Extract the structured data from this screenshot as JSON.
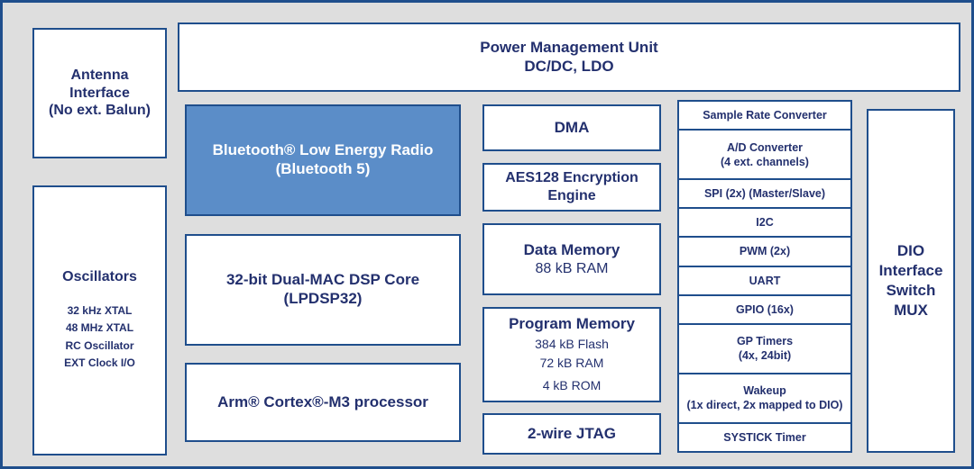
{
  "diagram": {
    "colors": {
      "background": "#dedede",
      "frame_border": "#1f4e8c",
      "block_border": "#1f4e8c",
      "block_fill": "#ffffff",
      "text": "#23306e",
      "highlight_fill": "#5b8dc8",
      "highlight_text": "#ffffff"
    },
    "left_column": {
      "antenna": {
        "line1": "Antenna",
        "line2": "Interface",
        "line3": "(No ext. Balun)"
      },
      "oscillators": {
        "title": "Oscillators",
        "items": [
          "32 kHz XTAL",
          "48 MHz XTAL",
          "RC Oscillator",
          "EXT Clock I/O"
        ]
      }
    },
    "top_bar": {
      "pmu": {
        "line1": "Power Management Unit",
        "line2": "DC/DC, LDO"
      }
    },
    "core_column": {
      "ble_radio": {
        "line1": "Bluetooth® Low Energy Radio",
        "line2": "(Bluetooth 5)"
      },
      "dsp_core": {
        "line1": "32-bit Dual-MAC DSP Core",
        "line2": "(LPDSP32)"
      },
      "cortex": {
        "line1": "Arm® Cortex®-M3 processor"
      }
    },
    "memory_column": {
      "dma": {
        "label": "DMA"
      },
      "aes": {
        "line1": "AES128 Encryption",
        "line2": "Engine"
      },
      "data_memory": {
        "title": "Data Memory",
        "line1": "88 kB RAM"
      },
      "program_memory": {
        "title": "Program Memory",
        "line1": "384 kB Flash",
        "line2": "72 kB RAM",
        "line3": "4 kB ROM"
      },
      "jtag": {
        "label": "2-wire JTAG"
      }
    },
    "peripherals": [
      {
        "line1": "Sample Rate Converter",
        "line2": ""
      },
      {
        "line1": "A/D Converter",
        "line2": "(4 ext. channels)"
      },
      {
        "line1": "SPI (2x) (Master/Slave)",
        "line2": ""
      },
      {
        "line1": "I2C",
        "line2": ""
      },
      {
        "line1": "PWM (2x)",
        "line2": ""
      },
      {
        "line1": "UART",
        "line2": ""
      },
      {
        "line1": "GPIO (16x)",
        "line2": ""
      },
      {
        "line1": "GP Timers",
        "line2": "(4x, 24bit)"
      },
      {
        "line1": "Wakeup",
        "line2": "(1x direct, 2x mapped to DIO)"
      },
      {
        "line1": "SYSTICK Timer",
        "line2": ""
      }
    ],
    "right_column": {
      "dio_mux": {
        "line1": "DIO",
        "line2": "Interface",
        "line3": "Switch",
        "line4": "MUX"
      }
    }
  }
}
